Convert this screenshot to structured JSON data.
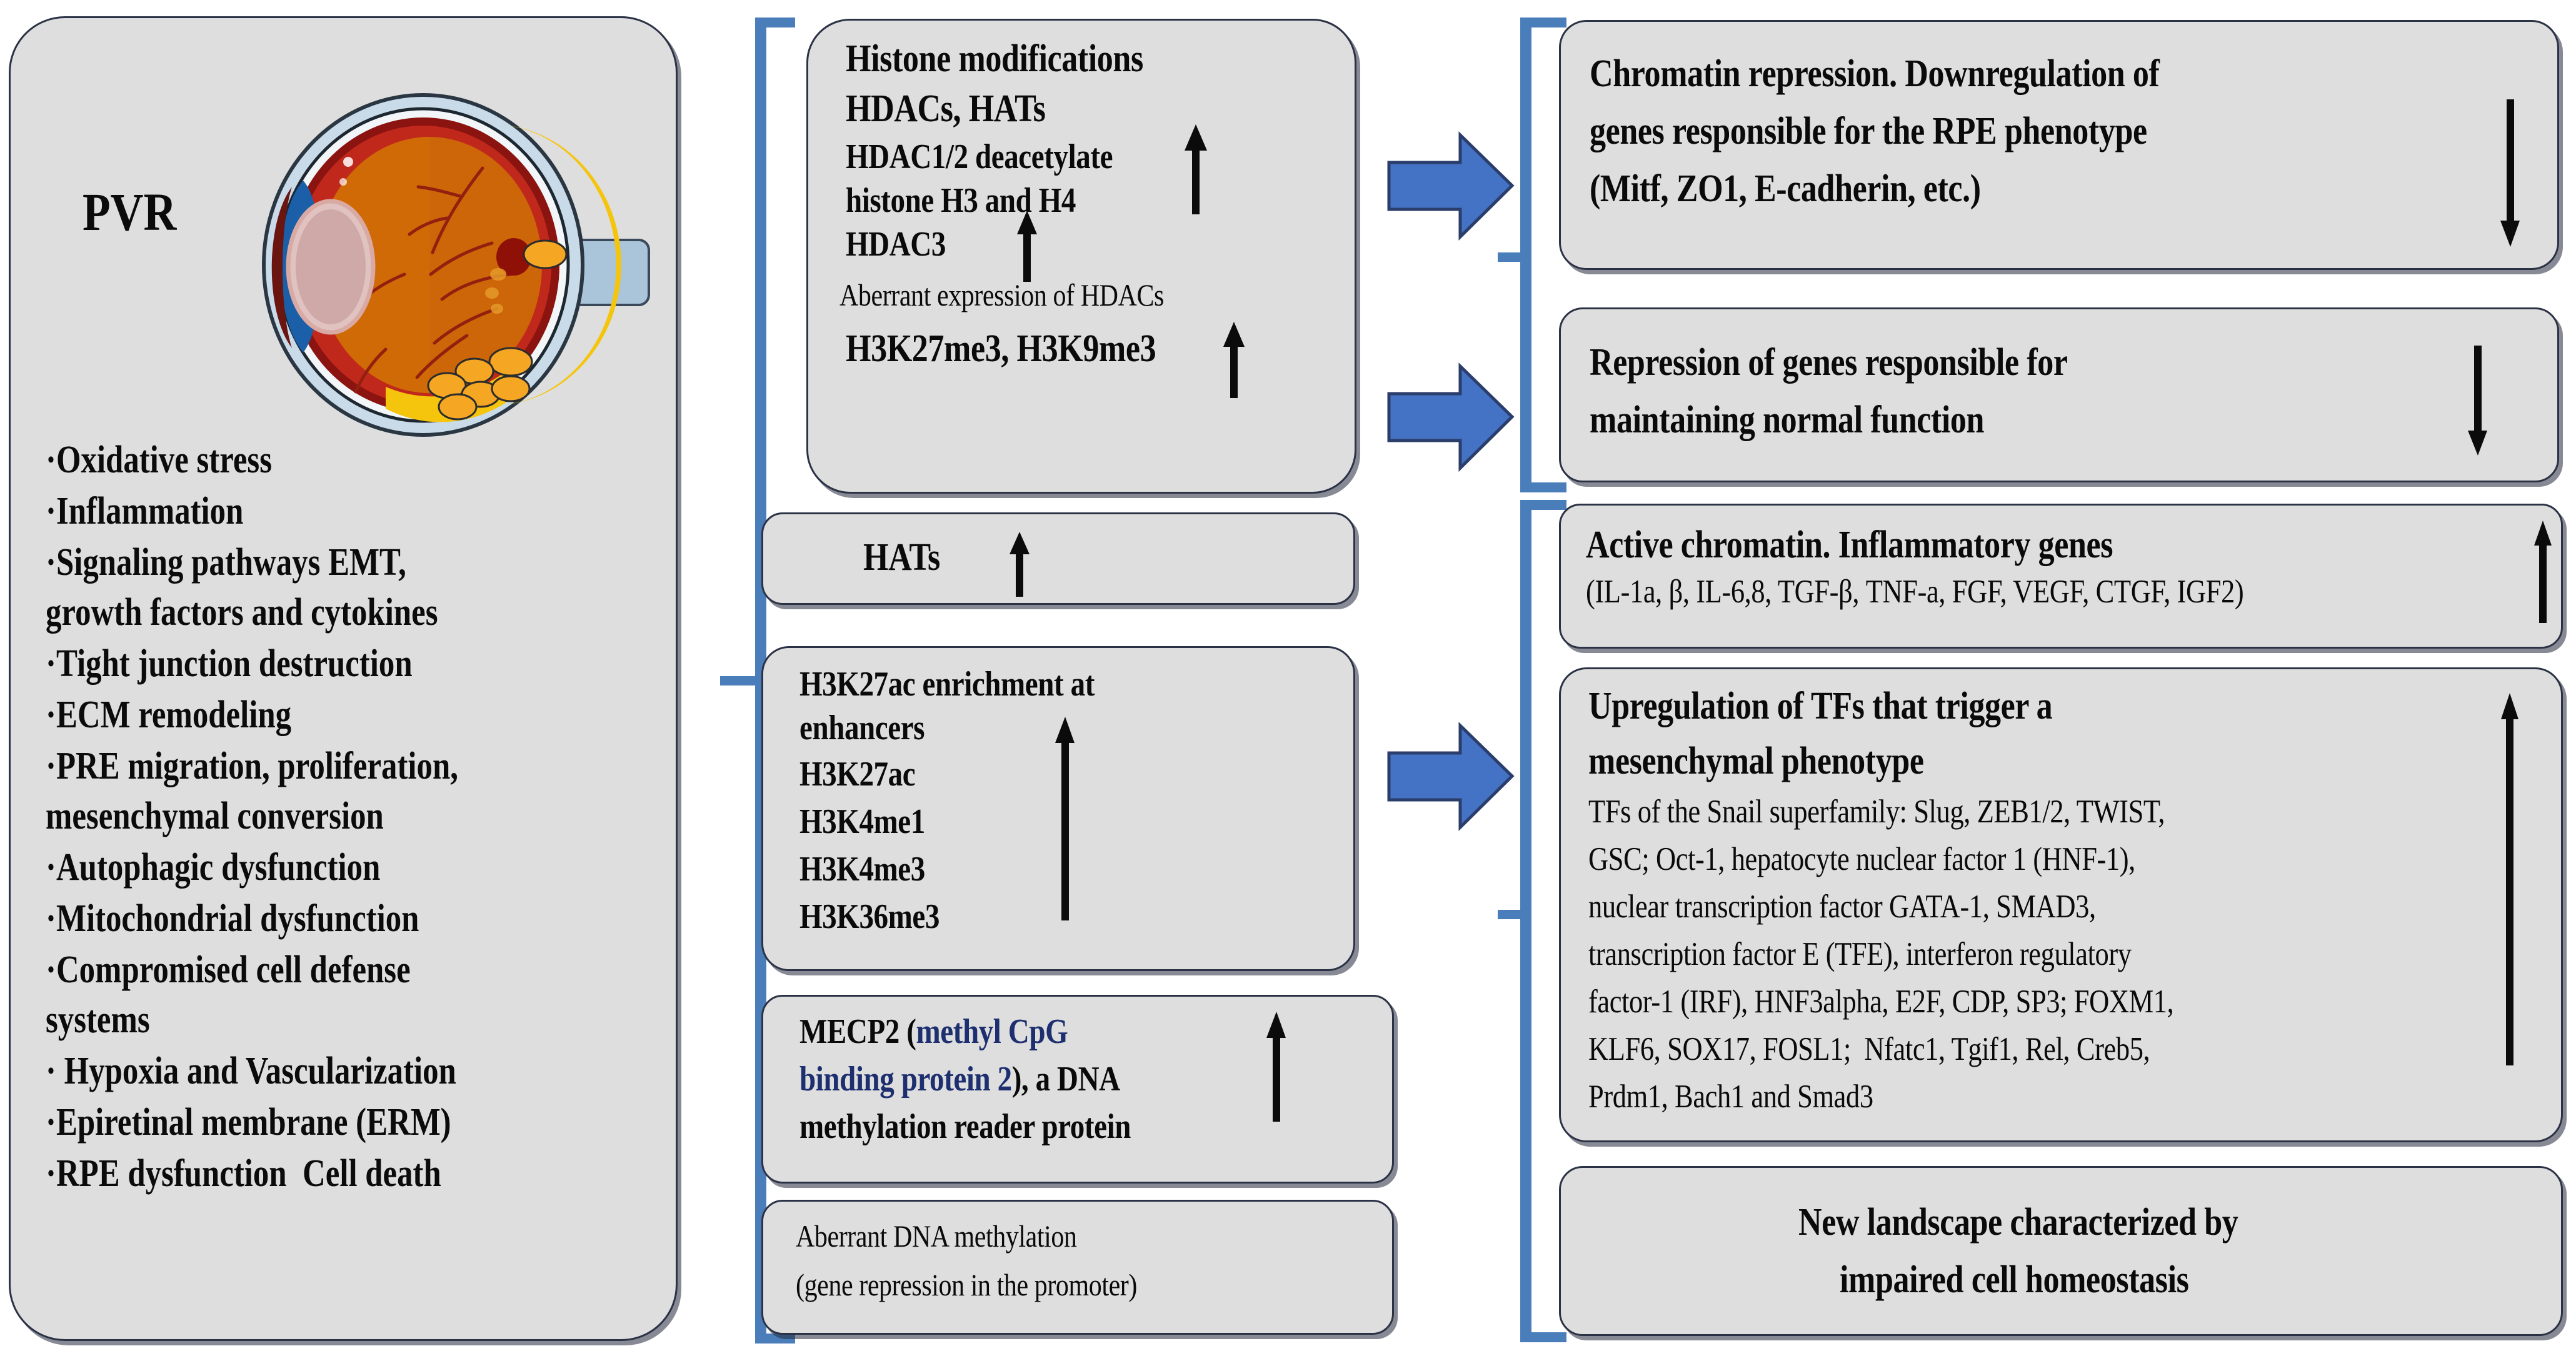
{
  "left_panel": {
    "title": "PVR",
    "eye_icon": "eye-anatomy-illustration",
    "bullets": [
      "·Oxidative stress",
      "·Inflammation",
      "·Signaling pathways EMT,",
      "growth factors and cytokines",
      "·Tight junction destruction",
      "·ECM remodeling",
      "·PRE migration, proliferation,",
      "mesenchymal conversion",
      "·Autophagic dysfunction",
      "·Mitochondrial dysfunction",
      "·Compromised cell defense",
      "systems",
      "· Hypoxia and Vascularization",
      "·Epiretinal membrane (ERM)",
      "·RPE dysfunction  Cell death"
    ]
  },
  "middle_column": {
    "histone_box": {
      "line1": "Histone modifications",
      "line2": "HDACs, HATs",
      "line3": "HDAC1/2 deacetylate",
      "line4": "histone H3 and H4",
      "line5": "HDAC3",
      "line6": "Aberrant expression of HDACs",
      "line7": "H3K27me3, H3K9me3",
      "arrow_up_1": "up-arrow",
      "arrow_up_2": "up-arrow",
      "arrow_up_3": "up-arrow"
    },
    "hats_box": {
      "label": "HATs",
      "arrow": "up-arrow"
    },
    "h3k27ac_box": {
      "line1": "H3K27ac enrichment at",
      "line2": "enhancers",
      "line3": "H3K27ac",
      "line4": "H3K4me1",
      "line5": "H3K4me3",
      "line6": "H3K36me3",
      "arrow": "up-arrow"
    },
    "mecp2_box": {
      "pre": "MECP2 (",
      "blue1": "methyl CpG",
      "blue2": "binding protein 2",
      "post": "), a DNA",
      "line3": "methylation reader protein",
      "arrow": "up-arrow"
    },
    "methylation_box": {
      "line1": "Aberrant DNA methylation",
      "line2": "(gene repression in the promoter)"
    }
  },
  "right_column": {
    "chromatin_repression_box": {
      "line1": "Chromatin repression. Downregulation of",
      "line2": "genes responsible for the RPE phenotype",
      "line3": "(Mitf, ZO1, E-cadherin, etc.)",
      "arrow": "down-arrow"
    },
    "repression_box": {
      "line1": "Repression of genes responsible for",
      "line2": "maintaining normal function",
      "arrow": "down-arrow"
    },
    "active_chromatin_box": {
      "line1": "Active chromatin. Inflammatory genes",
      "line2": "(IL-1a, β, IL-6,8, TGF-β, TNF-a, FGF, VEGF, CTGF, IGF2)",
      "arrow": "up-arrow"
    },
    "tf_box": {
      "head1": "Upregulation of TFs that trigger a",
      "head2": "mesenchymal phenotype",
      "line1": "TFs of the Snail superfamily: Slug, ZEB1/2, TWIST,",
      "line2": "GSC; Oct-1, hepatocyte nuclear factor 1 (HNF-1),",
      "line3": "nuclear transcription factor GATA-1, SMAD3,",
      "line4": "transcription factor E (TFE), interferon regulatory",
      "line5": "factor-1 (IRF), HNF3alpha, E2F, CDP, SP3; FOXM1,",
      "line6": "KLF6, SOX17, FOSL1;  Nfatc1, Tgif1, Rel, Creb5,",
      "line7": "Prdm1, Bach1 and Smad3",
      "arrow": "up-arrow"
    },
    "new_landscape_box": {
      "line1": "New landscape characterized by",
      "line2": "impaired cell homeostasis"
    }
  },
  "connectors": {
    "arrow_1": "blue-block-arrow-right",
    "arrow_2": "blue-block-arrow-right",
    "arrow_3": "blue-block-arrow-right",
    "bracket_left": "blue-bracket",
    "bracket_right_top": "blue-bracket",
    "bracket_right_bottom": "blue-bracket"
  },
  "colors": {
    "panel_fill": "#dedede",
    "panel_border": "#2b3245",
    "accent_blue": "#4a7ebb",
    "arrow_blue": "#4472c4",
    "arrow_blue_border": "#2b3e6b",
    "text_blue": "#1d2f6f"
  }
}
